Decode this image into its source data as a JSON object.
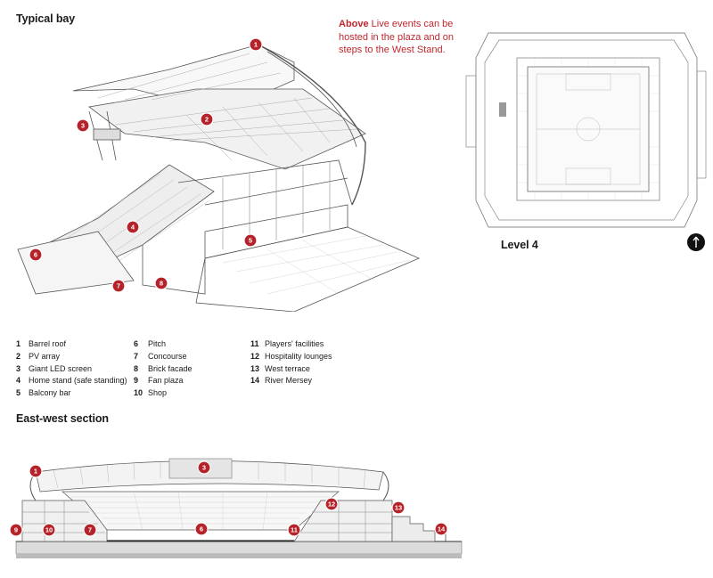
{
  "typical_bay": {
    "title": "Typical bay"
  },
  "caption": {
    "lead": "Above",
    "text": " Live events can be hosted in the plaza and on steps to the West Stand."
  },
  "level_plan": {
    "title": "Level 4"
  },
  "section": {
    "title": "East-west section"
  },
  "legend": {
    "col1": [
      {
        "num": "1",
        "label": "Barrel roof"
      },
      {
        "num": "2",
        "label": "PV array"
      },
      {
        "num": "3",
        "label": "Giant LED screen"
      },
      {
        "num": "4",
        "label": "Home stand (safe standing)"
      },
      {
        "num": "5",
        "label": "Balcony bar"
      }
    ],
    "col2": [
      {
        "num": "6",
        "label": "Pitch"
      },
      {
        "num": "7",
        "label": "Concourse"
      },
      {
        "num": "8",
        "label": "Brick facade"
      },
      {
        "num": "9",
        "label": "Fan plaza"
      },
      {
        "num": "10",
        "label": "Shop"
      }
    ],
    "col3": [
      {
        "num": "11",
        "label": "Players' facilities"
      },
      {
        "num": "12",
        "label": "Hospitality lounges"
      },
      {
        "num": "13",
        "label": "West terrace"
      },
      {
        "num": "14",
        "label": "River Mersey"
      }
    ]
  },
  "markers": {
    "bay": [
      "1",
      "2",
      "3",
      "4",
      "5",
      "6",
      "7",
      "8"
    ],
    "section": [
      "1",
      "3",
      "9",
      "10",
      "7",
      "6",
      "11",
      "12",
      "13",
      "14"
    ]
  },
  "colors": {
    "accent": "#b5222a",
    "line": "#555555"
  },
  "icons": {
    "north": "north-arrow-icon"
  }
}
